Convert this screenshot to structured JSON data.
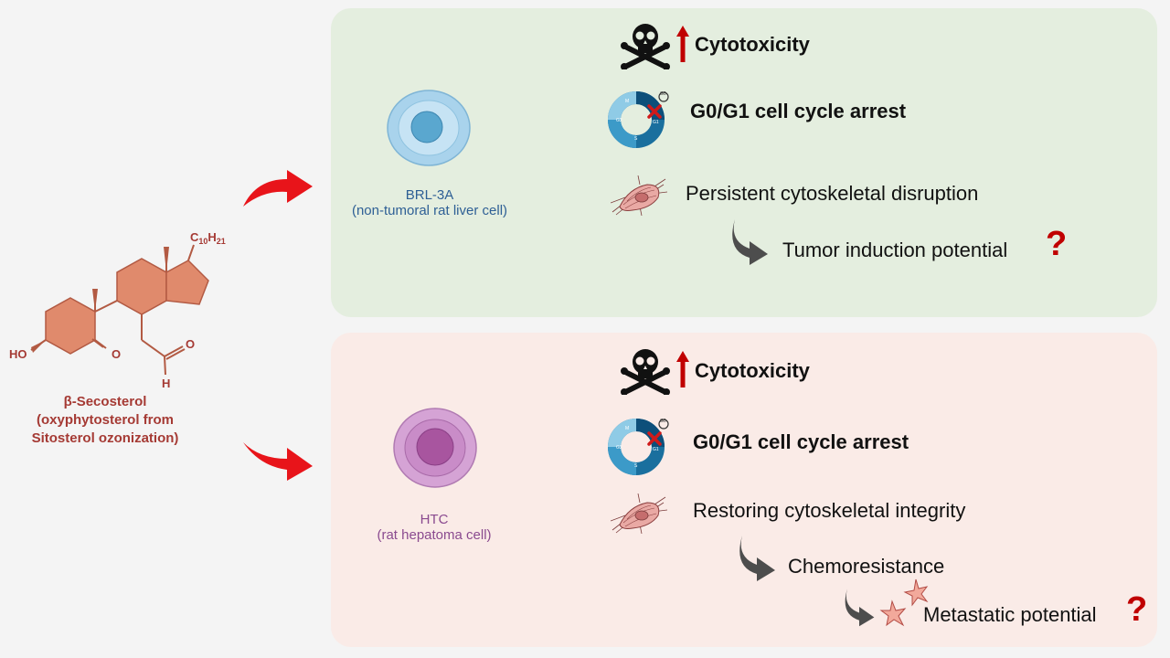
{
  "compound": {
    "formula_main": "C",
    "formula_sub1": "10",
    "formula_mid": "H",
    "formula_sub2": "21",
    "atom_ho": "HO",
    "atom_o1": "O",
    "atom_o2": "O",
    "atom_h": "H",
    "label_lines": [
      "β-Secosterol",
      "(oxyphytosterol from",
      "Sitosterol ozonization)"
    ]
  },
  "top_panel": {
    "cell_name": "BRL-3A",
    "cell_desc": "(non-tumoral rat liver cell)",
    "cytotoxicity": "Cytotoxicity",
    "cell_cycle": "G0/G1 cell cycle arrest",
    "cytoskeleton": "Persistent cytoskeletal disruption",
    "outcome": "Tumor induction potential",
    "question": "?"
  },
  "bottom_panel": {
    "cell_name": "HTC",
    "cell_desc": "(rat hepatoma cell)",
    "cytotoxicity": "Cytotoxicity",
    "cell_cycle": "G0/G1 cell cycle arrest",
    "cytoskeleton": "Restoring cytoskeletal integrity",
    "outcome1": "Chemoresistance",
    "outcome2": "Metastatic potential",
    "question": "?"
  },
  "cycle_icon_labels": {
    "g0": "G0",
    "g1": "G1",
    "s": "S",
    "g2": "G2",
    "m": "M"
  },
  "colors": {
    "top_panel_bg": "#e4eedf",
    "bottom_panel_bg": "#faebe7",
    "red_arrow": "#e8141a",
    "up_arrow": "#c00000",
    "steroid_fill": "#e08a6c",
    "brl_cell": "#a9d3ec",
    "htc_cell": "#c98cc8"
  }
}
